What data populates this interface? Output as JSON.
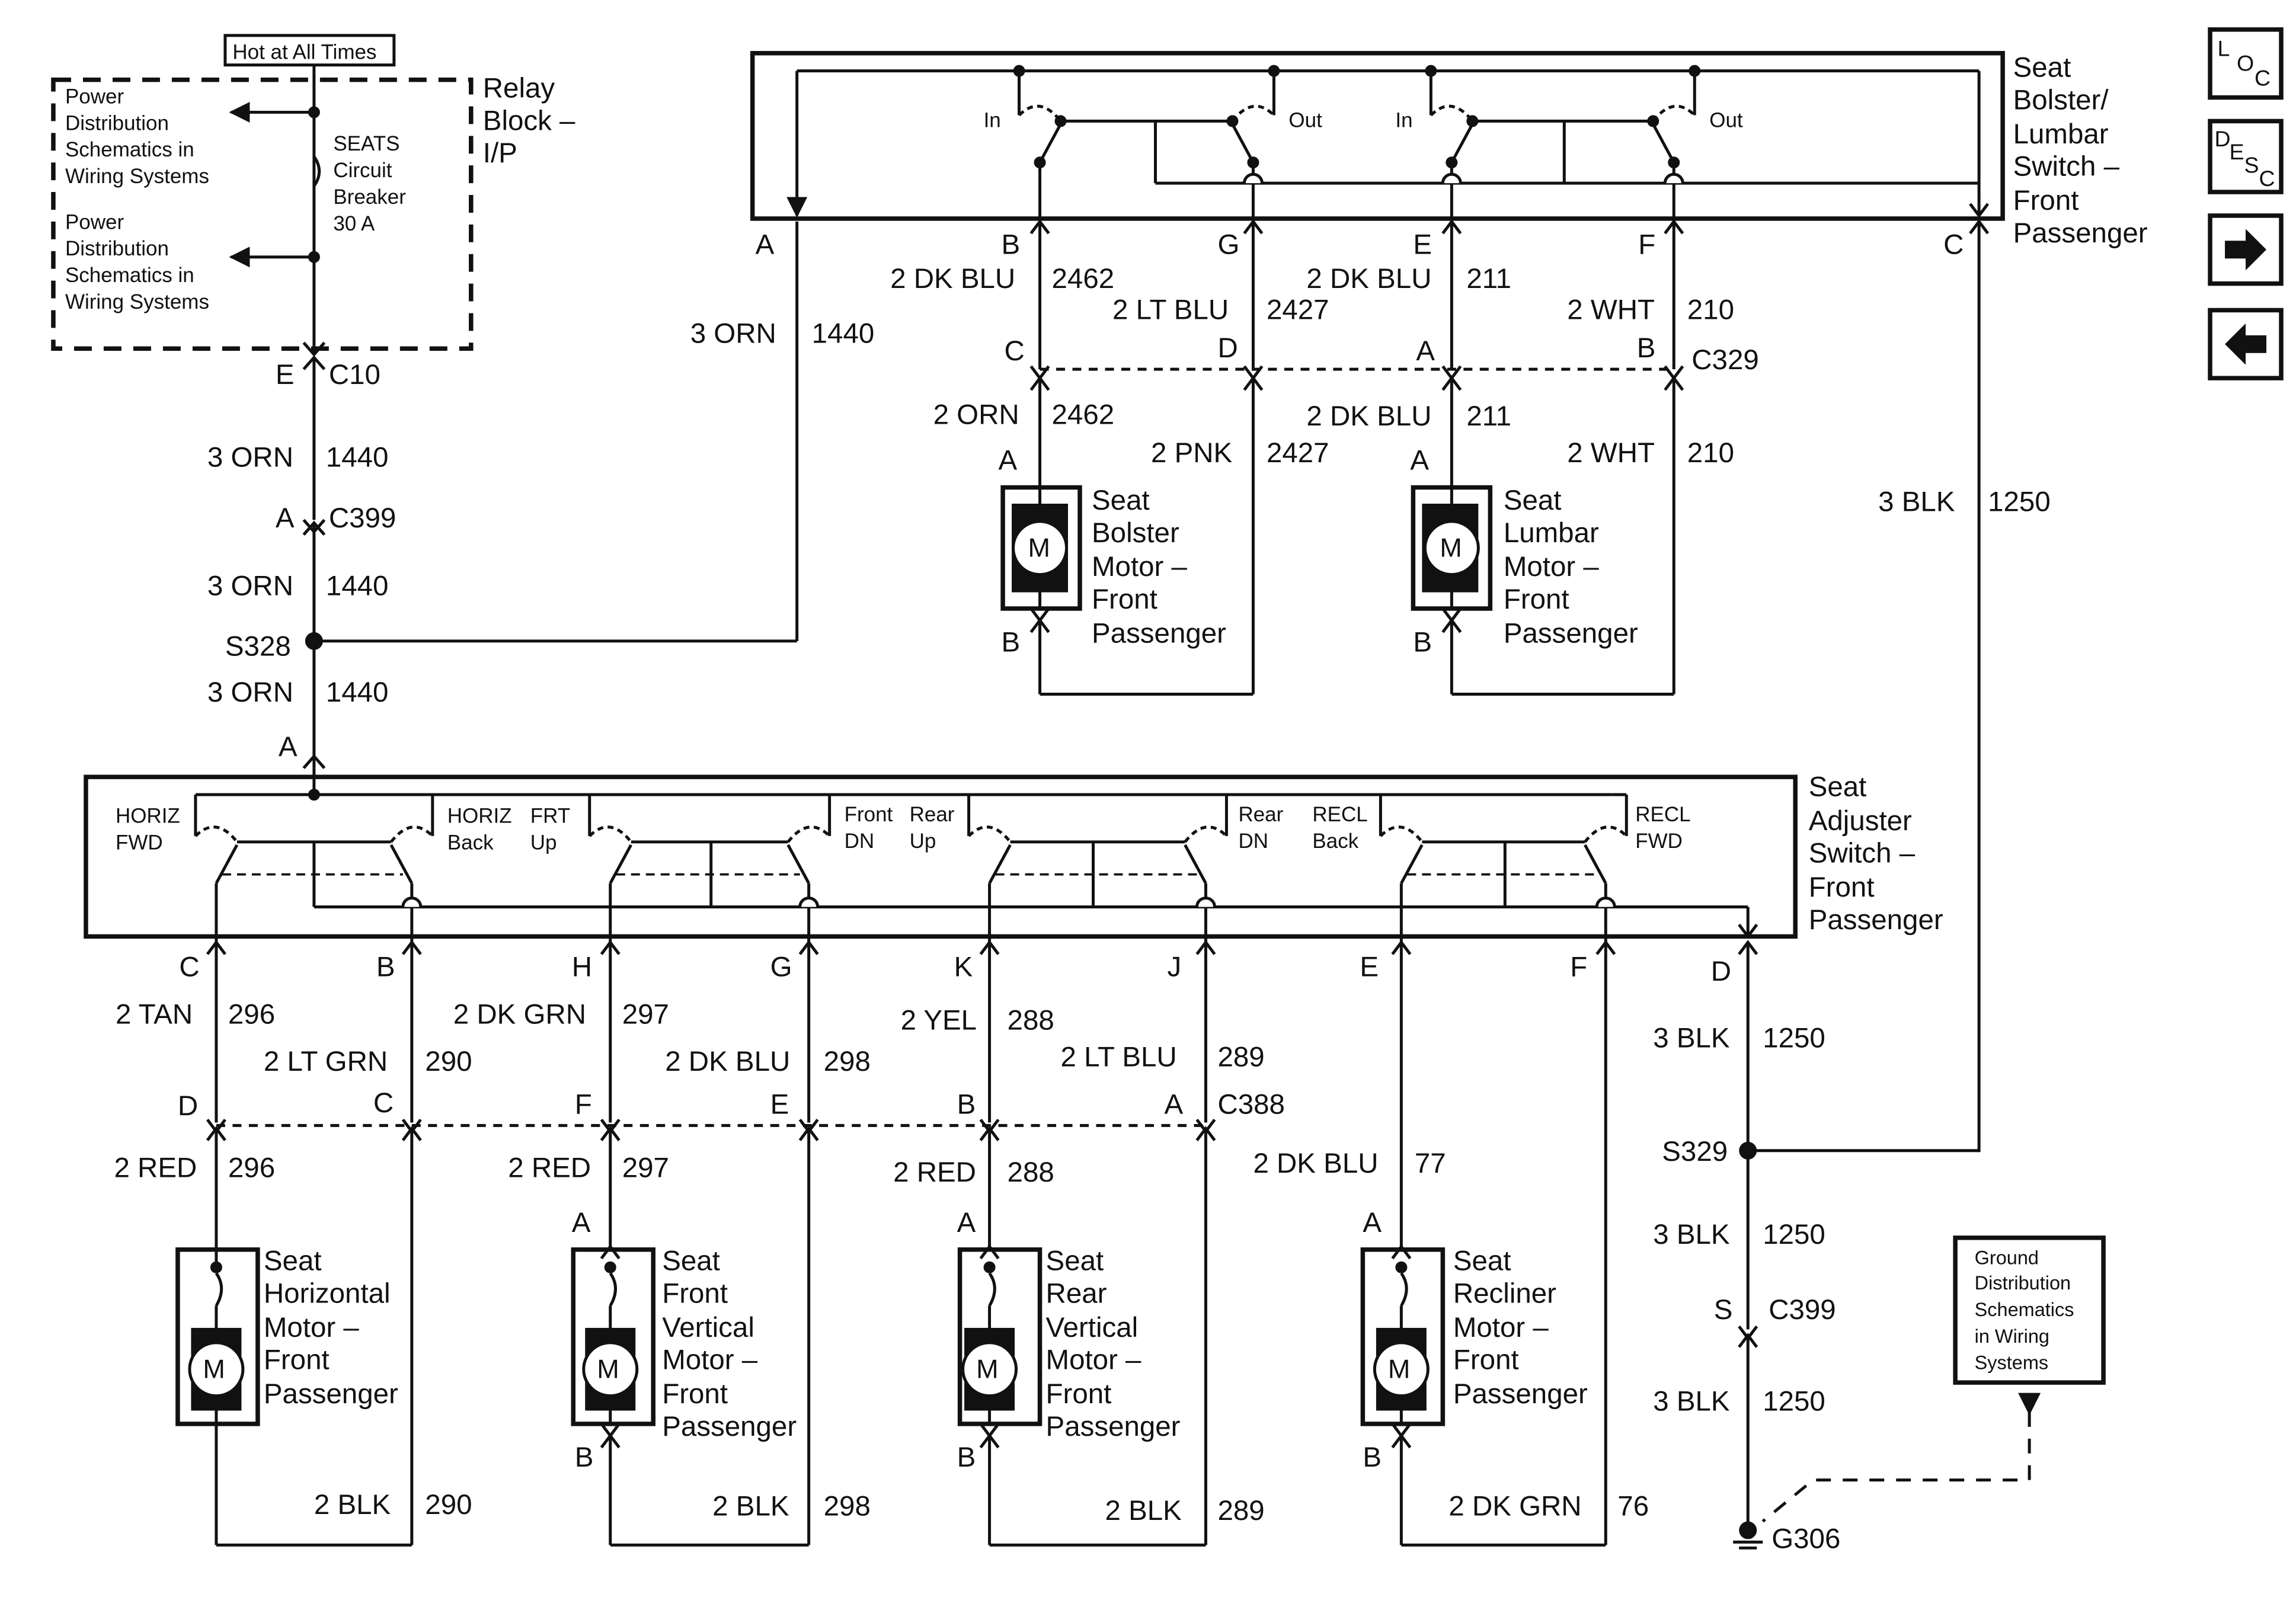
{
  "relay_block": {
    "hot_label": "Hot at All Times",
    "title": [
      "Relay",
      "Block –",
      "I/P"
    ],
    "pd_ref_top": [
      "Power",
      "Distribution",
      "Schematics in",
      "Wiring Systems"
    ],
    "pd_ref_bottom": [
      "Power",
      "Distribution",
      "Schematics in",
      "Wiring Systems"
    ],
    "breaker": [
      "SEATS",
      "Circuit",
      "Breaker",
      "30 A"
    ]
  },
  "left_feed": {
    "c10_pin": "E",
    "c10": "C10",
    "w1_color": "3 ORN",
    "w1_circuit": "1440",
    "c399_pin": "A",
    "c399": "C399",
    "w2_color": "3 ORN",
    "w2_circuit": "1440",
    "splice": "S328",
    "w3_color": "3 ORN",
    "w3_circuit": "1440",
    "w4_color": "3 ORN",
    "w4_circuit": "1440",
    "adj_pin": "A"
  },
  "bolster_lumbar": {
    "title": [
      "Seat",
      "Bolster/",
      "Lumbar",
      "Switch –",
      "Front",
      "Passenger"
    ],
    "in1": "In",
    "out1": "Out",
    "in2": "In",
    "out2": "Out",
    "pins": [
      "A",
      "B",
      "G",
      "E",
      "F",
      "C"
    ],
    "w_b_color": "2 DK BLU",
    "w_b_circuit": "2462",
    "w_g_color": "2 LT BLU",
    "w_g_circuit": "2427",
    "w_e_color": "2 DK BLU",
    "w_e_circuit": "211",
    "w_f_color": "2 WHT",
    "w_f_circuit": "210",
    "c329_pins": [
      "C",
      "D",
      "A",
      "B"
    ],
    "c329": "C329",
    "w_b2_color": "2 ORN",
    "w_b2_circuit": "2462",
    "w_g2_color": "2 PNK",
    "w_g2_circuit": "2427",
    "w_e2_color": "2 DK BLU",
    "w_e2_circuit": "211",
    "w_f2_color": "2 WHT",
    "w_f2_circuit": "210",
    "ground_color": "3 BLK",
    "ground_circuit": "1250"
  },
  "bolster_motor": {
    "pin_a": "A",
    "pin_b": "B",
    "symbol": "M",
    "name": [
      "Seat",
      "Bolster",
      "Motor –",
      "Front",
      "Passenger"
    ]
  },
  "lumbar_motor": {
    "pin_a": "A",
    "pin_b": "B",
    "symbol": "M",
    "name": [
      "Seat",
      "Lumbar",
      "Motor –",
      "Front",
      "Passenger"
    ]
  },
  "adjuster": {
    "title": [
      "Seat",
      "Adjuster",
      "Switch –",
      "Front",
      "Passenger"
    ],
    "labels": {
      "horiz_fwd": [
        "HORIZ",
        "FWD"
      ],
      "horiz_back": [
        "HORIZ",
        "Back"
      ],
      "frt_up": [
        "FRT",
        "Up"
      ],
      "front_dn": [
        "Front",
        "DN"
      ],
      "rear_up": [
        "Rear",
        "Up"
      ],
      "rear_dn": [
        "Rear",
        "DN"
      ],
      "recl_back": [
        "RECL",
        "Back"
      ],
      "recl_fwd": [
        "RECL",
        "FWD"
      ]
    },
    "pins": [
      "C",
      "B",
      "H",
      "G",
      "K",
      "J",
      "E",
      "F",
      "D"
    ]
  },
  "lower_wires": {
    "c_color": "2 TAN",
    "c_circuit": "296",
    "b_color": "2 LT GRN",
    "b_circuit": "290",
    "h_color": "2 DK GRN",
    "h_circuit": "297",
    "g_color": "2 DK BLU",
    "g_circuit": "298",
    "k_color": "2 YEL",
    "k_circuit": "288",
    "j_color": "2 LT BLU",
    "j_circuit": "289",
    "c388_pins": [
      "D",
      "C",
      "F",
      "E",
      "B",
      "A"
    ],
    "c388": "C388",
    "c2_color": "2 RED",
    "c2_circuit": "296",
    "h2_color": "2 RED",
    "h2_circuit": "297",
    "k2_color": "2 RED",
    "k2_circuit": "288",
    "e_color": "2 DK BLU",
    "e_circuit": "77",
    "ret1_color": "2 BLK",
    "ret1_circuit": "290",
    "ret2_color": "2 BLK",
    "ret2_circuit": "298",
    "ret3_color": "2 BLK",
    "ret3_circuit": "289",
    "ret4_color": "2 DK GRN",
    "ret4_circuit": "76"
  },
  "motors_lower": [
    {
      "name": [
        "Seat",
        "Horizontal",
        "Motor –",
        "Front",
        "Passenger"
      ],
      "symbol": "M"
    },
    {
      "name": [
        "Seat",
        "Front",
        "Vertical",
        "Motor –",
        "Front",
        "Passenger"
      ],
      "symbol": "M",
      "pin_a": "A",
      "pin_b": "B"
    },
    {
      "name": [
        "Seat",
        "Rear",
        "Vertical",
        "Motor –",
        "Front",
        "Passenger"
      ],
      "symbol": "M",
      "pin_a": "A",
      "pin_b": "B"
    },
    {
      "name": [
        "Seat",
        "Recliner",
        "Motor –",
        "Front",
        "Passenger"
      ],
      "symbol": "M",
      "pin_a": "A",
      "pin_b": "B"
    }
  ],
  "ground_path": {
    "w1_color": "3 BLK",
    "w1_circuit": "1250",
    "splice": "S329",
    "w2_color": "3 BLK",
    "w2_circuit": "1250",
    "c399_pin": "S",
    "c399": "C399",
    "w3_color": "3 BLK",
    "w3_circuit": "1250",
    "ground": "G306",
    "gd_ref": [
      "Ground",
      "Distribution",
      "Schematics",
      "in Wiring",
      "Systems"
    ]
  },
  "nav": {
    "loc": [
      "L",
      "O",
      "C"
    ],
    "desc": [
      "D",
      "E",
      "S",
      "C"
    ],
    "next_icon": "arrow-right",
    "prev_icon": "arrow-left"
  }
}
